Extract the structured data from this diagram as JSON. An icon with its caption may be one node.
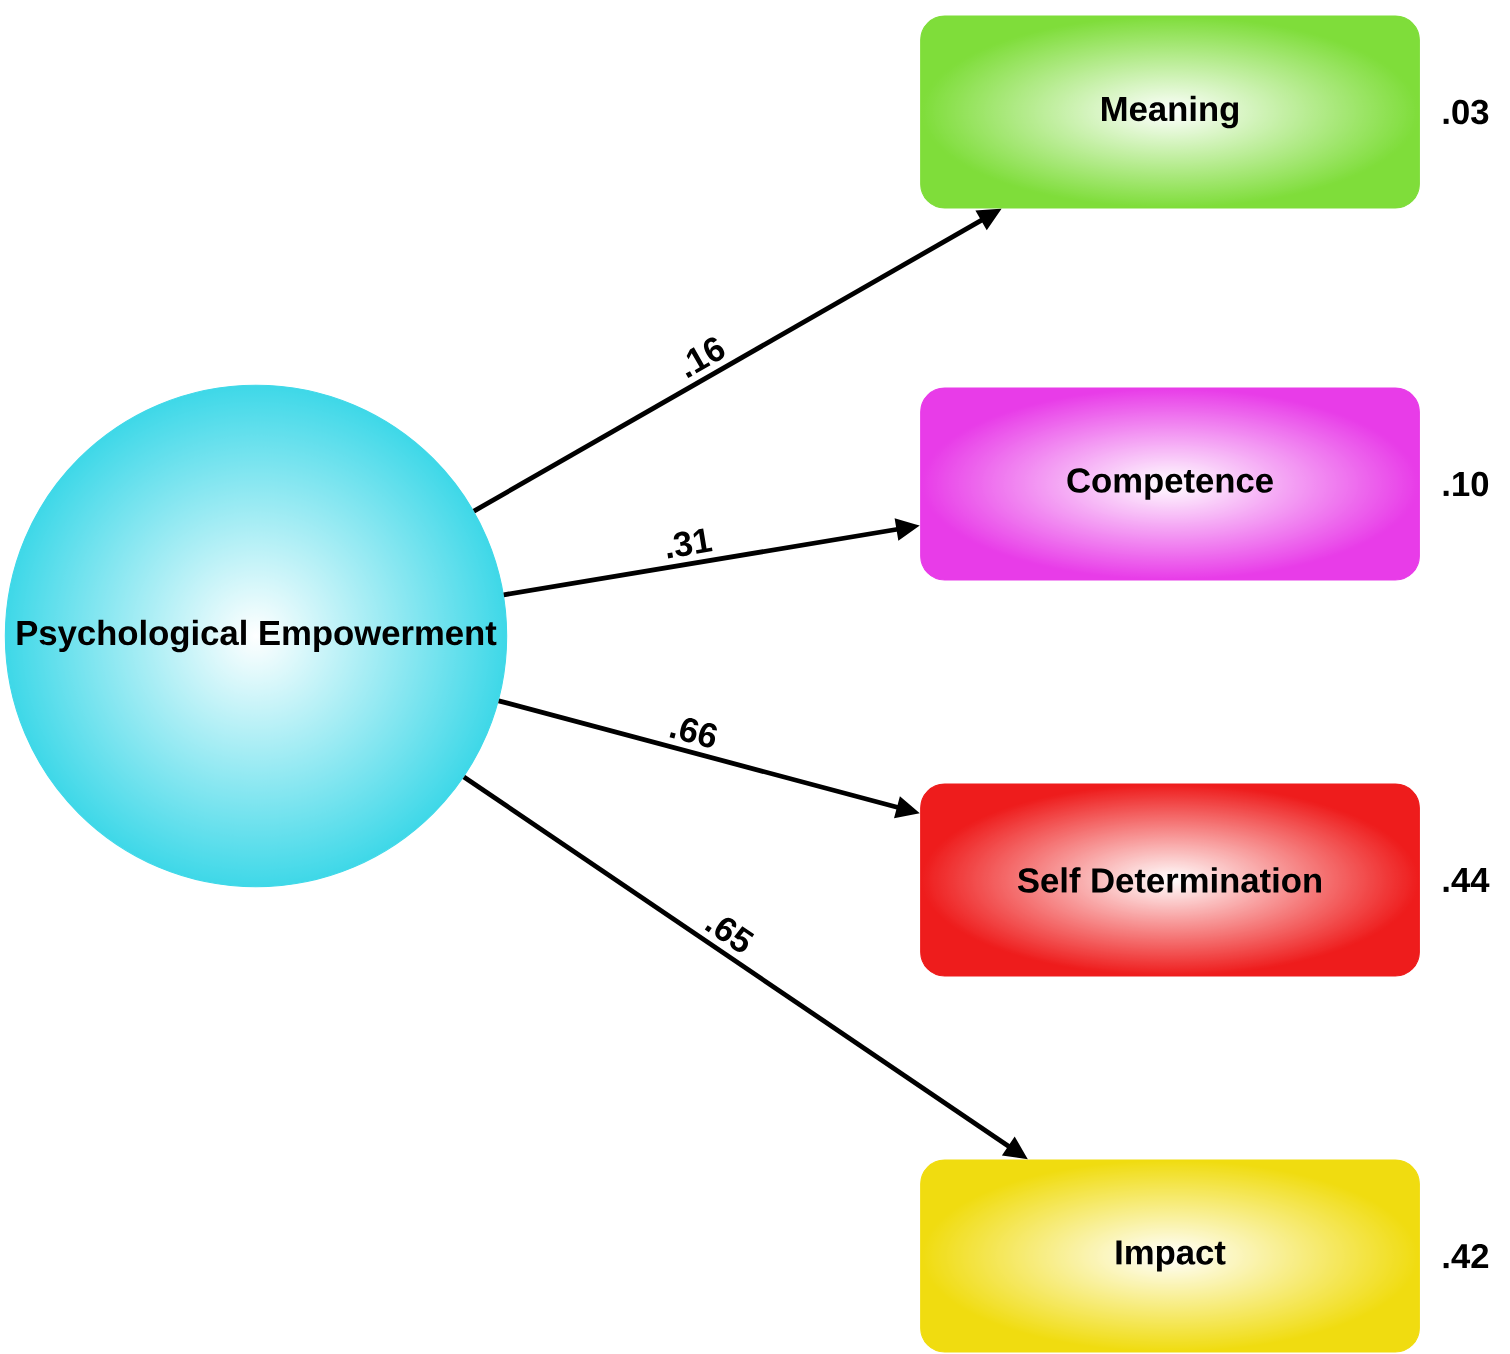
{
  "diagram": {
    "nodes": [
      {
        "text": [
          "Psychological Empowerment"
        ]
      },
      {
        "text": [
          "Meaning"
        ],
        "beside": [
          ".03"
        ]
      },
      {
        "text": [
          "Competence"
        ],
        "beside": [
          ".10"
        ]
      },
      {
        "text": [
          "Self Determination"
        ],
        "beside": [
          ".44"
        ]
      },
      {
        "text": [
          "Impact"
        ],
        "beside": [
          ".42"
        ]
      }
    ],
    "edges": [
      {
        "from": 0,
        "to": 1,
        "arrow": "to",
        "label": ".16"
      },
      {
        "from": 0,
        "to": 2,
        "arrow": "to",
        "label": ".31"
      },
      {
        "from": 0,
        "to": 3,
        "arrow": "to",
        "label": ".66"
      },
      {
        "from": 0,
        "to": 4,
        "arrow": "to",
        "label": ".65"
      }
    ]
  }
}
